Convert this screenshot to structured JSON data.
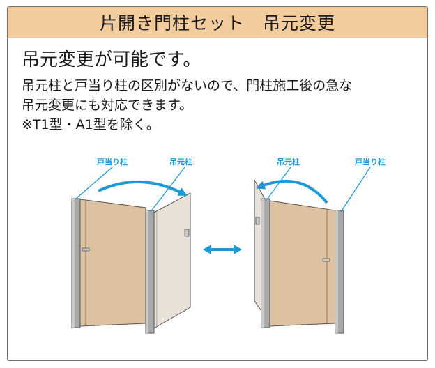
{
  "header": {
    "title": "片開き門柱セット　吊元変更"
  },
  "content": {
    "headline": "吊元変更が可能です。",
    "lines": [
      "吊元柱と戸当り柱の区別がないので、門柱施工後の急な",
      "吊元変更にも対応できます。",
      "※T1型・A1型を除く。"
    ]
  },
  "illustration": {
    "left_labels": {
      "door_stop_post": "戸当り柱",
      "hinge_post": "吊元柱"
    },
    "right_labels": {
      "hinge_post": "吊元柱",
      "door_stop_post": "戸当り柱"
    }
  },
  "colors": {
    "header_bg": "#f2cc9c",
    "accent_blue": "#1a9ad7",
    "door_tan": "#dcc2a0",
    "post_gray": "#a9a9a9"
  }
}
